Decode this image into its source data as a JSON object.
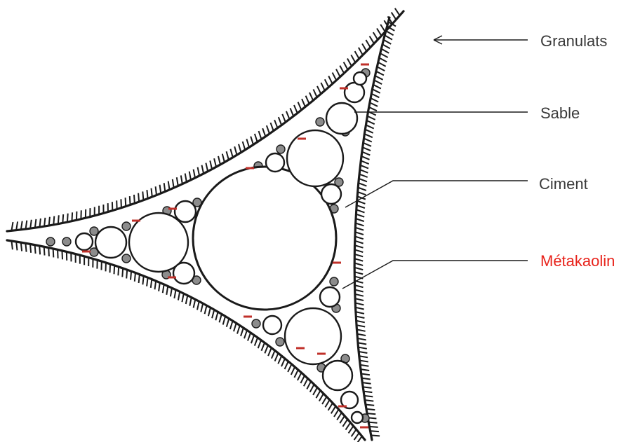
{
  "labels": {
    "granulats": "Granulats",
    "sable": "Sable",
    "ciment": "Ciment",
    "metakaolin": "Métakaolin"
  },
  "colors": {
    "ink": "#1a1a1a",
    "label_text": "#3a3a3a",
    "metakaolin_text": "#e8231b",
    "metakaolin_particle": "#c0302a",
    "cement_particle": "#8c8c8c",
    "sand_fill": "#ffffff"
  }
}
